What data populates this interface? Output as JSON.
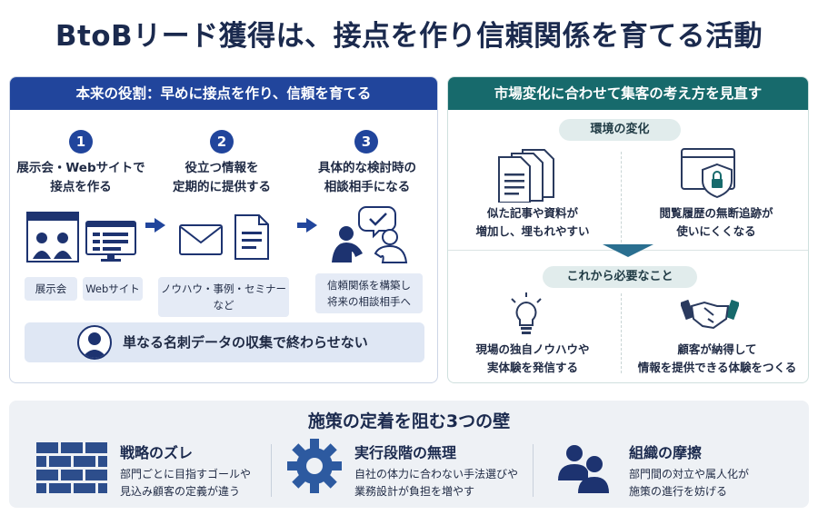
{
  "title": "BtoBリード獲得は、接点を作り信頼関係を育てる活動",
  "left_panel": {
    "header": "本来の役割：早めに接点を作り、信頼を育てる",
    "steps": [
      {
        "num": "1",
        "line1": "展示会・Webサイトで",
        "line2": "接点を作る",
        "tags": [
          "展示会",
          "Webサイト"
        ]
      },
      {
        "num": "2",
        "line1": "役立つ情報を",
        "line2": "定期的に提供する",
        "tags": [
          "ノウハウ・事例・セミナーなど"
        ]
      },
      {
        "num": "3",
        "line1": "具体的な検討時の",
        "line2": "相談相手になる",
        "tags": [
          "信頼関係を構築し",
          "将来の相談相手へ"
        ]
      }
    ],
    "bottom_label": "単なる名刺データの収集で終わらせない"
  },
  "right_panel": {
    "header": "市場変化に合わせて集客の考え方を見直す",
    "section1_pill": "環境の変化",
    "section1_items": [
      {
        "line1": "似た記事や資料が",
        "line2": "増加し、埋もれやすい",
        "icon": "documents-icon"
      },
      {
        "line1": "閲覧履歴の無断追跡が",
        "line2": "使いにくくなる",
        "icon": "shield-lock-icon"
      }
    ],
    "section2_pill": "これから必要なこと",
    "section2_items": [
      {
        "line1": "現場の独自ノウハウや",
        "line2": "実体験を発信する",
        "icon": "lightbulb-icon"
      },
      {
        "line1": "顧客が納得して",
        "line2": "情報を提供できる体験をつくる",
        "icon": "handshake-icon"
      }
    ]
  },
  "walls": {
    "title": "施策の定着を阻む3つの壁",
    "items": [
      {
        "title": "戦略のズレ",
        "line1": "部門ごとに目指すゴールや",
        "line2": "見込み顧客の定義が違う",
        "icon": "brick-wall-icon"
      },
      {
        "title": "実行段階の無理",
        "line1": "自社の体力に合わない手法選びや",
        "line2": "業務設計が負担を増やす",
        "icon": "gear-icon"
      },
      {
        "title": "組織の摩擦",
        "line1": "部門間の対立や属人化が",
        "line2": "施策の進行を妨げる",
        "icon": "people-icon"
      }
    ]
  },
  "colors": {
    "navy": "#21459c",
    "teal": "#176a6c",
    "light_blue": "#e5ebf6",
    "light_teal": "#e1ecec",
    "gray_bg": "#eef1f5"
  }
}
